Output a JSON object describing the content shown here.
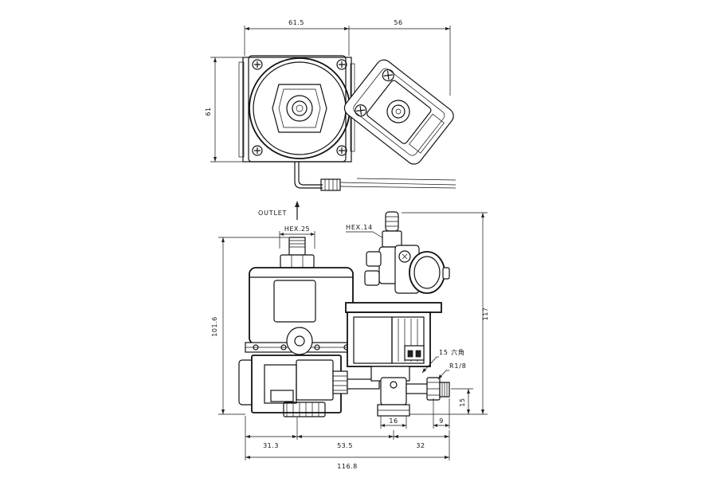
{
  "labels": {
    "outlet": "OUTLET",
    "hex_top_left": "HEX.25",
    "hex_top_right": "HEX.14",
    "hex_15": "15 六角",
    "thread": "R1/8"
  },
  "dimensions": {
    "top_width_left": "61.5",
    "top_width_right": "56",
    "top_height": "61",
    "side_height_left": "101.6",
    "side_height_right": "117",
    "bottom_seg_1": "31.3",
    "bottom_seg_2": "53.5",
    "bottom_seg_3": "32",
    "bottom_total": "116.8",
    "outlet_width": "16",
    "fitting_width": "9",
    "fitting_height": "15"
  }
}
